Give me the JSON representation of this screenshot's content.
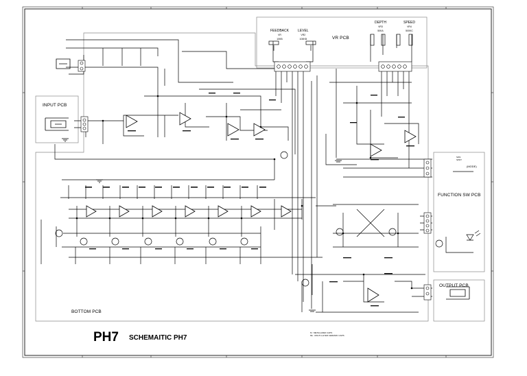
{
  "title": {
    "model": "PH7",
    "subtitle": "SCHEMAITIC PH7",
    "notes": [
      "M : METALLIZED CAPS",
      "ML : MULTI-LAYER CERAMIC CAPS"
    ]
  },
  "pcb_labels": {
    "input": "INPUT PCB",
    "vr": "VR PCB",
    "bottom": "BOTTOM PCB",
    "function_sw": "FUNCTION SW PCB",
    "output": "OUTPUT PCB"
  },
  "controls": {
    "feedback": {
      "name": "FEEDBACK",
      "ref": "VR",
      "value": "10KB"
    },
    "level": {
      "name": "LEVEL",
      "ref": "VR2",
      "value": "100KB"
    },
    "depth": {
      "name": "DEPTH",
      "ref": "VR3",
      "value": "50KA"
    },
    "speed": {
      "name": "SPEED",
      "ref": "VR4",
      "value": "500KC"
    }
  },
  "function_switch": {
    "ref": "SW1",
    "type": "SPDT",
    "note": "(MODE)"
  },
  "colors": {
    "ink": "#000000",
    "frame": "#222222",
    "pcb_outline": "#888888",
    "background": "#ffffff"
  }
}
